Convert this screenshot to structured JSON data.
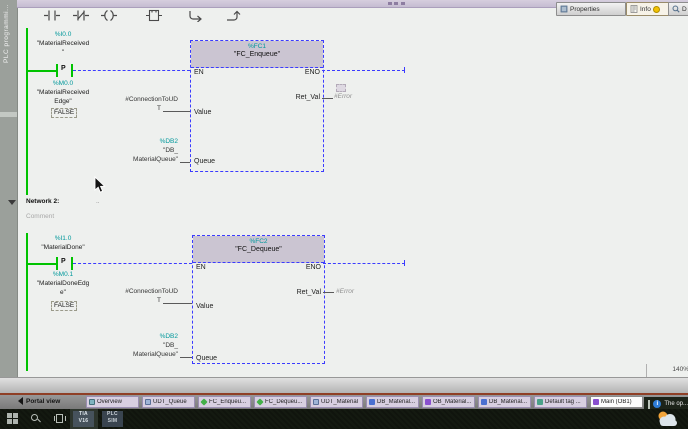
{
  "editor": {
    "sidebar_label": "PLC programmi...",
    "zoom_level": "140%",
    "favorites": [
      "normally-open-contact",
      "normally-closed-contact",
      "coil",
      "empty-box",
      "open-branch",
      "close-branch"
    ],
    "networks": [
      {
        "input": {
          "address": "%I0.0",
          "name1": "\"MaterialReceived",
          "name2": "\""
        },
        "contact_type": "P",
        "edge": {
          "address": "%M0.0",
          "name1": "\"MaterialReceived",
          "name2": "Edge\"",
          "monitor": "FALSE"
        },
        "value_param": {
          "line1": "#ConnectionToUD",
          "line2": "T"
        },
        "queue_param": {
          "address": "%DB2",
          "line1": "\"DB_",
          "line2": "MaterialQueue\""
        },
        "block": {
          "address": "%FC1",
          "name": "\"FC_Enqueue\"",
          "en": "EN",
          "eno": "ENO",
          "ret": "Ret_Val",
          "value": "Value",
          "queue": "Queue",
          "ret_operand": "#Error"
        }
      },
      {
        "header": {
          "label": "Network 2:",
          "dots": "..",
          "comment": "Comment"
        },
        "input": {
          "address": "%I1.0",
          "name1": "\"MaterialDone\"",
          "name2": ""
        },
        "contact_type": "P",
        "edge": {
          "address": "%M0.1",
          "name1": "\"MaterialDoneEdg",
          "name2": "e\"",
          "monitor": "FALSE"
        },
        "value_param": {
          "line1": "#ConnectionToUD",
          "line2": "T"
        },
        "queue_param": {
          "address": "%DB2",
          "line1": "\"DB_",
          "line2": "MaterialQueue\""
        },
        "block": {
          "address": "%FC2",
          "name": "\"FC_Dequeue\"",
          "en": "EN",
          "eno": "ENO",
          "ret": "Ret_Val",
          "value": "Value",
          "queue": "Queue",
          "ret_operand": "#Error"
        }
      }
    ]
  },
  "status_bar": {
    "properties": "Properties",
    "info": "Info",
    "diagnostics": "D"
  },
  "editor_bar": {
    "portal_view": "Portal view",
    "tabs": [
      {
        "label": "Overview",
        "icon": "overview"
      },
      {
        "label": "UDT_Queue",
        "icon": "udt"
      },
      {
        "label": "FC_Enqueu...",
        "icon": "fc"
      },
      {
        "label": "FC_Dequeu...",
        "icon": "fc"
      },
      {
        "label": "UDT_Material",
        "icon": "udt"
      },
      {
        "label": "DB_Material...",
        "icon": "db"
      },
      {
        "label": "OB_Material...",
        "icon": "ob"
      },
      {
        "label": "DB_Material...",
        "icon": "db"
      },
      {
        "label": "Default tag ...",
        "icon": "tagtable"
      },
      {
        "label": "Main (OB1)",
        "icon": "ob",
        "active": true
      }
    ],
    "notification": "The op..."
  },
  "taskbar": {
    "tia_line1": "TIA",
    "tia_line2": "V16",
    "plc_line1": "PLC",
    "plc_line2": "SIM"
  }
}
